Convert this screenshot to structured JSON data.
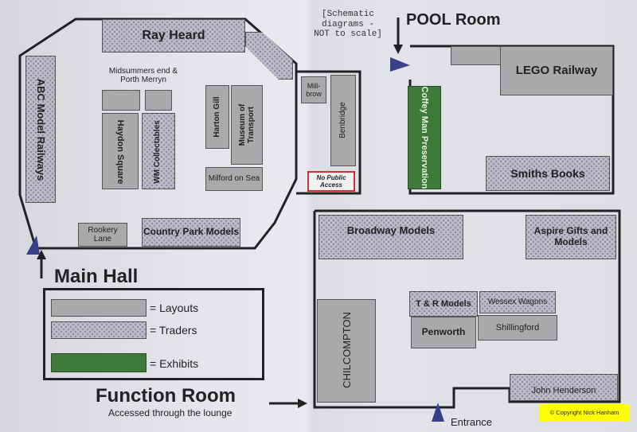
{
  "note": "[Schematic diagrams - NOT to scale]",
  "pool_room": {
    "title": "POOL Room"
  },
  "main_hall": {
    "title": "Main Hall"
  },
  "function_room": {
    "title": "Function Room",
    "subtitle": "Accessed through the lounge",
    "entrance": "Entrance"
  },
  "legend": {
    "layouts": "= Layouts",
    "traders": "= Traders",
    "exhibits": "= Exhibits"
  },
  "stalls": {
    "ray_heard": "Ray Heard",
    "abc_model_railways": "ABC Model Railways",
    "midsummers": "Midsummers end & Porth Merryn",
    "haydon_square": "Haydon Square",
    "wm_collectables": "WM Collectables",
    "harton_gill": "Harton Gill",
    "museum_of_transport": "Museum of Transport",
    "milford_on_sea": "Milford on Sea",
    "millbrow": "Mill-brow",
    "benbridge": "Benbridge",
    "no_public_access": "No Public Access",
    "rookery_lane": "Rookery Lane",
    "country_park_models": "Country Park Models",
    "lego_railway": "LEGO Railway",
    "coffey_man": "Coffey Man Preservation",
    "smiths_books": "Smiths Books",
    "broadway_models": "Broadway Models",
    "aspire_gifts": "Aspire Gifts and Models",
    "tr_models": "T & R Models",
    "wessex_wagons": "Wessex Wagons",
    "penworth": "Penworth",
    "shillingford": "Shillingford",
    "chilcompton": "CHILCOMPTON",
    "john_henderson": "John Henderson"
  },
  "copyright": "© Copyright Nick Hanham",
  "colors": {
    "layout": "#a9a9ab",
    "trader": "#bdbcc8",
    "exhibit": "#3e7a3a",
    "copyright_bg": "#ffff00"
  }
}
